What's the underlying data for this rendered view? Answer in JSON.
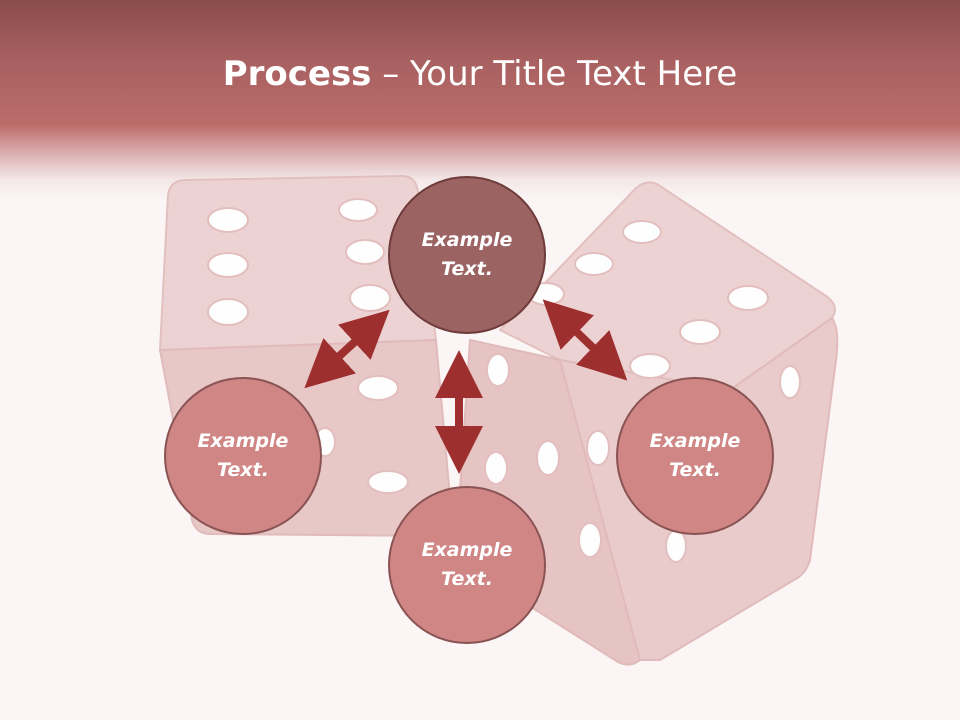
{
  "slide": {
    "title_bold": "Process",
    "title_rest": " – Your Title Text Here"
  },
  "circles": {
    "top": {
      "line1": "Example",
      "line2": "Text."
    },
    "left": {
      "line1": "Example",
      "line2": "Text."
    },
    "right": {
      "line1": "Example",
      "line2": "Text."
    },
    "bottom": {
      "line1": "Example",
      "line2": "Text."
    }
  },
  "colors": {
    "header": "#bb6c6b",
    "circle_center": "#9b6463",
    "circle_outer": "#cf8685",
    "arrow": "#9e2f2f",
    "dice": "#e8c8c8"
  }
}
